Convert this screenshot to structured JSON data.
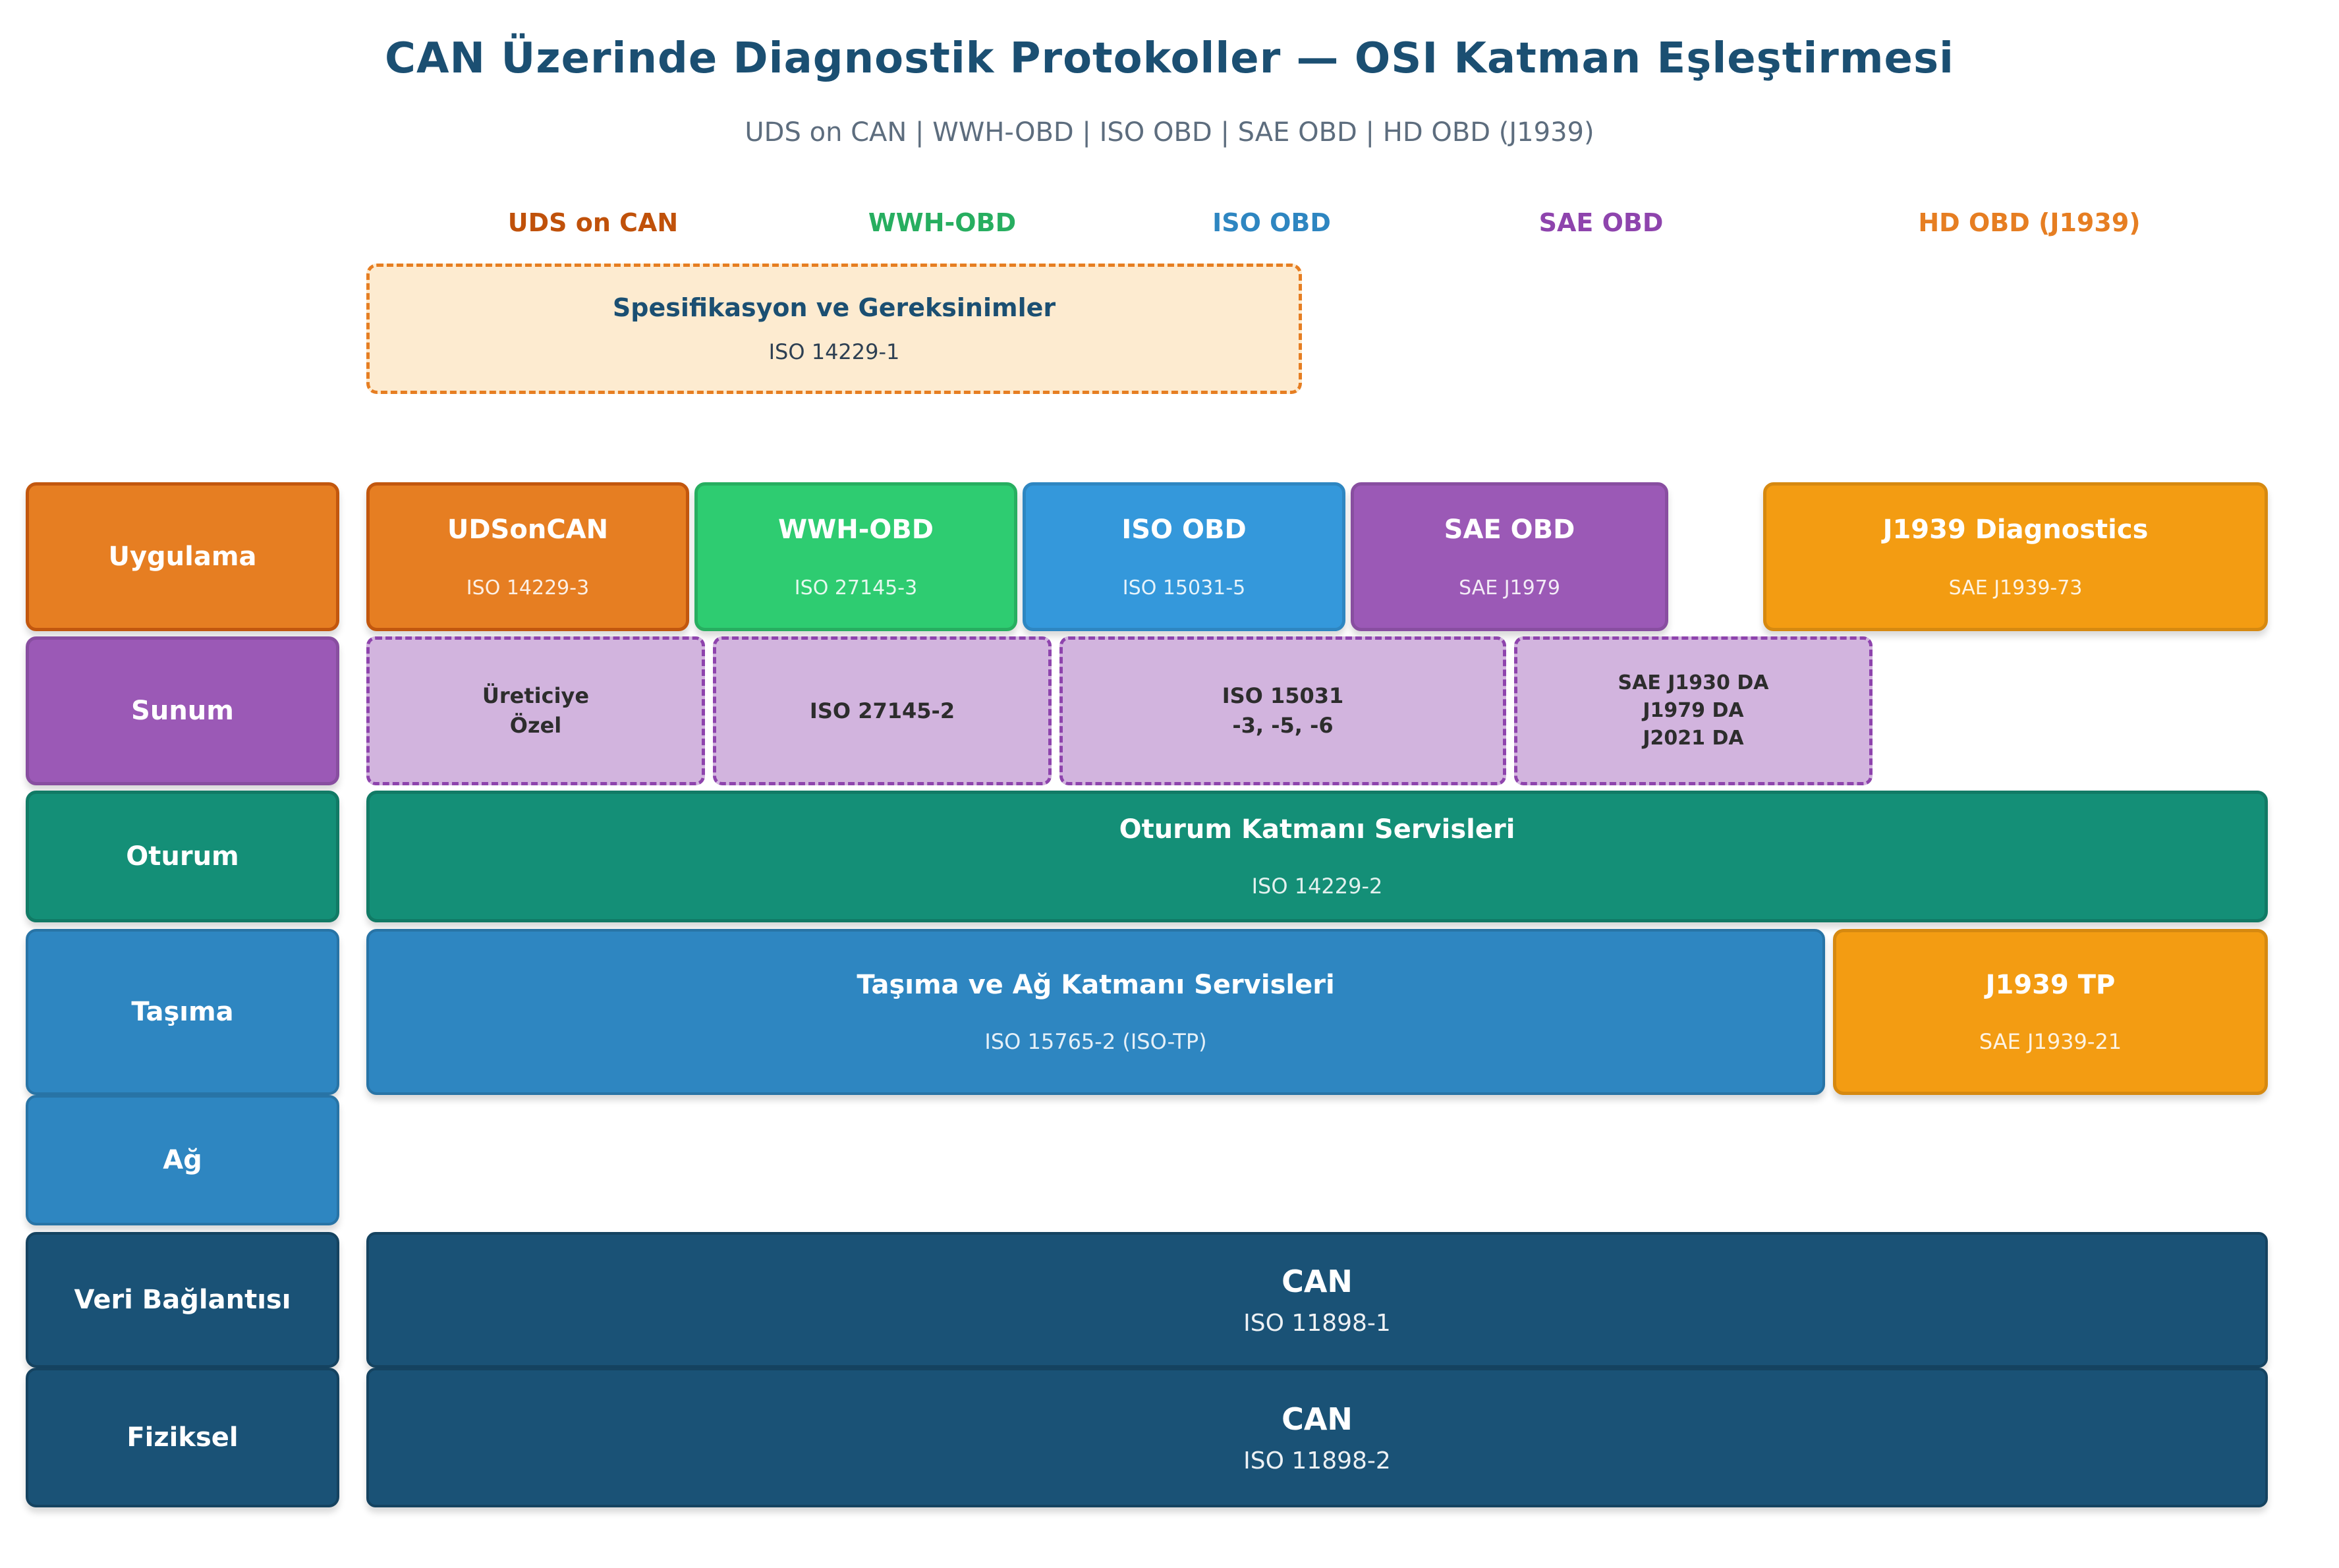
{
  "header": {
    "title": "CAN Üzerinde Diagnostik Protokoller — OSI Katman Eşleştirmesi",
    "subtitle": "UDS on CAN  |  WWH-OBD  |  ISO OBD  |  SAE OBD  |  HD OBD (J1939)"
  },
  "protocol_columns": [
    {
      "label": "UDS on CAN",
      "color": "#c0510a"
    },
    {
      "label": "WWH-OBD",
      "color": "#27ae60"
    },
    {
      "label": "ISO OBD",
      "color": "#2e86c1"
    },
    {
      "label": "SAE OBD",
      "color": "#8e44ad"
    },
    {
      "label": "HD OBD (J1939)",
      "color": "#e67e22"
    }
  ],
  "spec_box": {
    "title": "Spesifikasyon ve Gereksinimler",
    "standard": "ISO 14229-1"
  },
  "osi_layers": [
    {
      "label": "Uygulama"
    },
    {
      "label": "Sunum"
    },
    {
      "label": "Oturum"
    },
    {
      "label": "Taşıma"
    },
    {
      "label": "Ağ"
    },
    {
      "label": "Veri Bağlantısı"
    },
    {
      "label": "Fiziksel"
    }
  ],
  "app_row": [
    {
      "title": "UDSonCAN",
      "standard": "ISO 14229-3"
    },
    {
      "title": "WWH-OBD",
      "standard": "ISO 27145-3"
    },
    {
      "title": "ISO OBD",
      "standard": "ISO 15031-5"
    },
    {
      "title": "SAE OBD",
      "standard": "SAE J1979"
    },
    {
      "title": "J1939 Diagnostics",
      "standard": "SAE J1939-73"
    }
  ],
  "presentation_row": [
    {
      "text": "Üreticiye\nÖzel"
    },
    {
      "text": "ISO 27145-2"
    },
    {
      "text": "ISO 15031\n-3, -5, -6"
    },
    {
      "text": "SAE J1930 DA\nJ1979 DA\nJ2021 DA"
    }
  ],
  "session_row": {
    "title": "Oturum Katmanı Servisleri",
    "standard": "ISO 14229-2"
  },
  "transport_row": {
    "title": "Taşıma ve Ağ Katmanı Servisleri",
    "standard": "ISO 15765-2 (ISO-TP)"
  },
  "j1939_tp": {
    "title": "J1939 TP",
    "standard": "SAE J1939-21"
  },
  "datalink_row": {
    "title": "CAN",
    "standard": "ISO 11898-1"
  },
  "physical_row": {
    "title": "CAN",
    "standard": "ISO 11898-2"
  },
  "colors": {
    "title_navy": "#1b4f72",
    "subtitle_gray": "#5d6d7e",
    "orange": "#e67e22",
    "green": "#2ecc71",
    "blue": "#3498db",
    "purple": "#9b59b6",
    "amber": "#f39c12",
    "teal": "#148f77",
    "steel_blue": "#2e86c1",
    "dark_blue": "#1a5276",
    "lavender": "#d2b4de",
    "lavender_border": "#8e44ad",
    "cream": "#fdebd0"
  }
}
